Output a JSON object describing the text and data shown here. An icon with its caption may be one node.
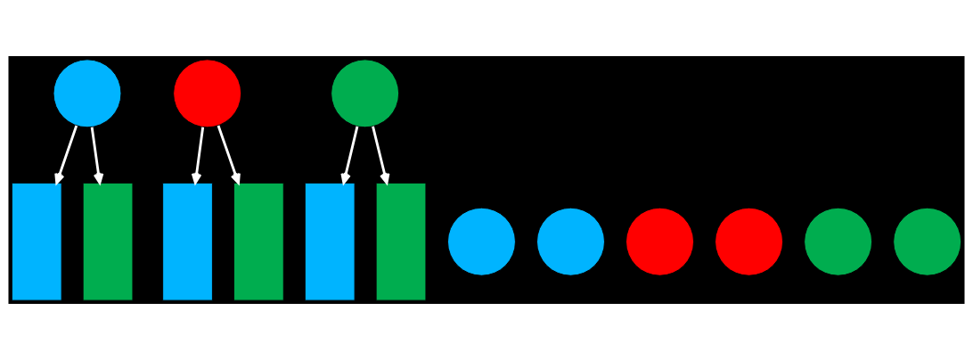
{
  "diagram": {
    "nodes": [
      {
        "text": [],
        "shape": "circle"
      },
      {
        "text": [],
        "shape": "circle"
      },
      {
        "text": [],
        "shape": "circle"
      },
      {
        "text": [],
        "shape": "bar"
      },
      {
        "text": [],
        "shape": "circle"
      },
      {
        "text": [],
        "shape": "bar"
      },
      {
        "text": [],
        "shape": "circle"
      },
      {
        "text": [],
        "shape": "bar"
      },
      {
        "text": [],
        "shape": "circle"
      },
      {
        "text": [],
        "shape": "bar"
      },
      {
        "text": [],
        "shape": "circle"
      },
      {
        "text": [],
        "shape": "bar"
      },
      {
        "text": [],
        "shape": "circle"
      },
      {
        "text": [],
        "shape": "bar"
      },
      {
        "text": [],
        "shape": "circle"
      }
    ],
    "edges": [
      {
        "from": 0,
        "to": 3,
        "arrow": "to",
        "color": "#ffffff"
      },
      {
        "from": 0,
        "to": 5,
        "arrow": "to",
        "color": "#ffffff"
      },
      {
        "from": 1,
        "to": 7,
        "arrow": "to",
        "color": "#ffffff"
      },
      {
        "from": 1,
        "to": 9,
        "arrow": "to",
        "color": "#ffffff"
      },
      {
        "from": 2,
        "to": 11,
        "arrow": "to",
        "color": "#ffffff"
      },
      {
        "from": 2,
        "to": 13,
        "arrow": "to",
        "color": "#ffffff"
      }
    ]
  }
}
